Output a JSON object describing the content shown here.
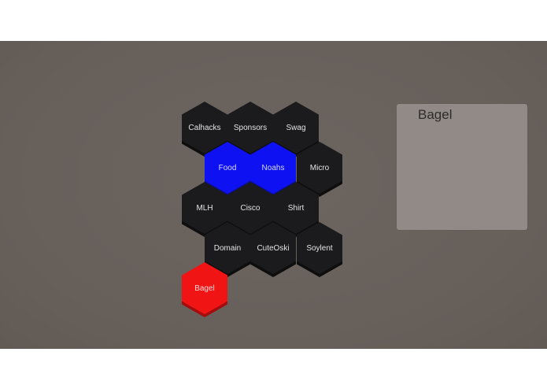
{
  "scene": {
    "background_color": "#6a615c",
    "hex_colors": {
      "default": "#1b1b1d",
      "highlighted": "#0e12f2",
      "selected": "#f01414"
    }
  },
  "hex_grid": {
    "tiles": [
      {
        "label": "Calhacks",
        "state": "default"
      },
      {
        "label": "Sponsors",
        "state": "default"
      },
      {
        "label": "Swag",
        "state": "default"
      },
      {
        "label": "Food",
        "state": "highlighted"
      },
      {
        "label": "Noahs",
        "state": "highlighted"
      },
      {
        "label": "Micro",
        "state": "default"
      },
      {
        "label": "MLH",
        "state": "default"
      },
      {
        "label": "Cisco",
        "state": "default"
      },
      {
        "label": "Shirt",
        "state": "default"
      },
      {
        "label": "Domain",
        "state": "default"
      },
      {
        "label": "CuteOski",
        "state": "default"
      },
      {
        "label": "Soylent",
        "state": "default"
      },
      {
        "label": "Bagel",
        "state": "selected"
      }
    ]
  },
  "info_panel": {
    "title": "Bagel"
  }
}
